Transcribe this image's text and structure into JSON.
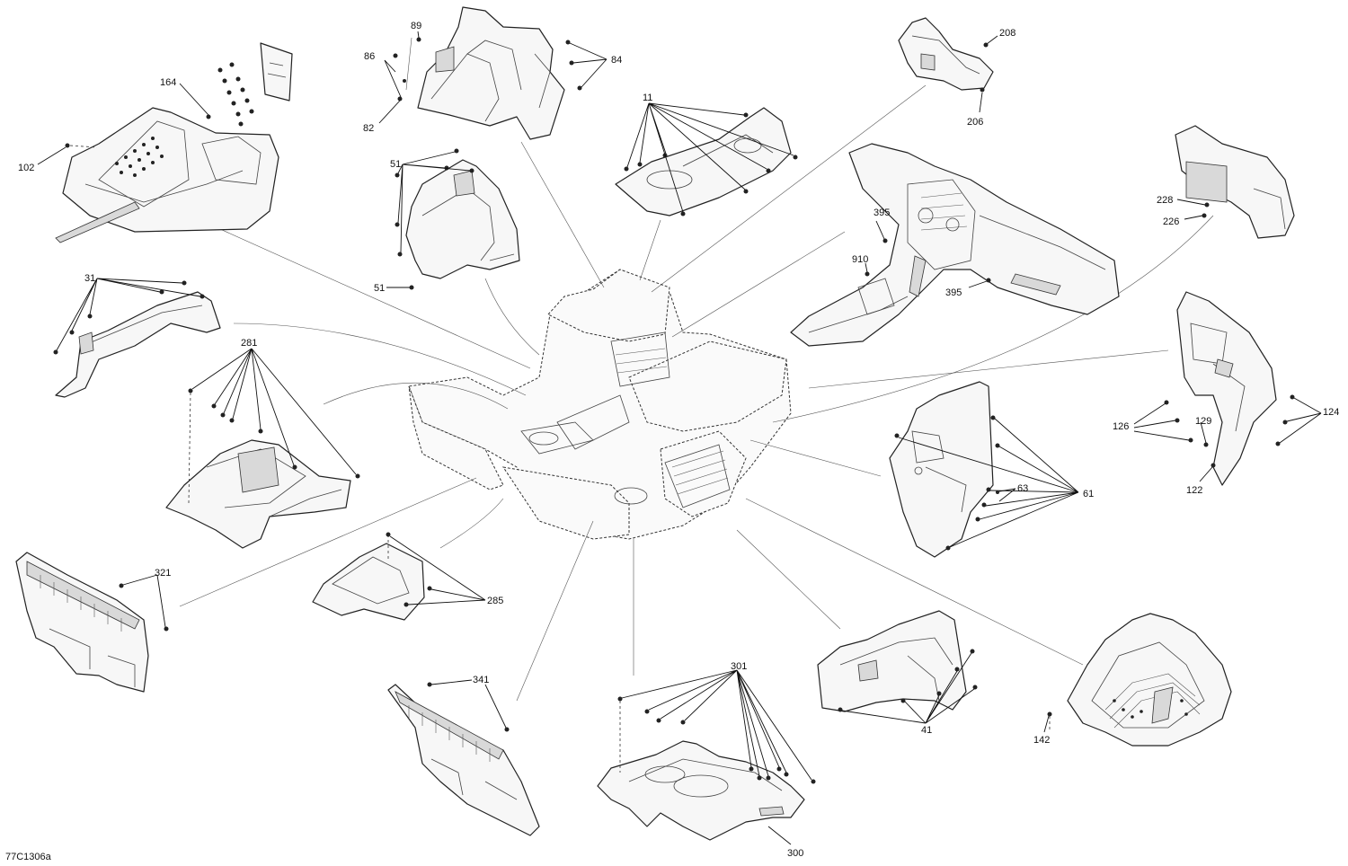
{
  "diagram": {
    "reference": "77C1306a",
    "callouts": {
      "c89": "89",
      "c86": "86",
      "c82": "82",
      "c84": "84",
      "c164": "164",
      "c102": "102",
      "c208": "208",
      "c206": "206",
      "c11": "11",
      "c51a": "51",
      "c51b": "51",
      "c228": "228",
      "c226": "226",
      "c395a": "395",
      "c395b": "395",
      "c910": "910",
      "c31": "31",
      "c281": "281",
      "c126": "126",
      "c129": "129",
      "c124": "124",
      "c122": "122",
      "c63": "63",
      "c61": "61",
      "c321": "321",
      "c285": "285",
      "c341": "341",
      "c301": "301",
      "c41": "41",
      "c142": "142",
      "c300": "300"
    }
  }
}
